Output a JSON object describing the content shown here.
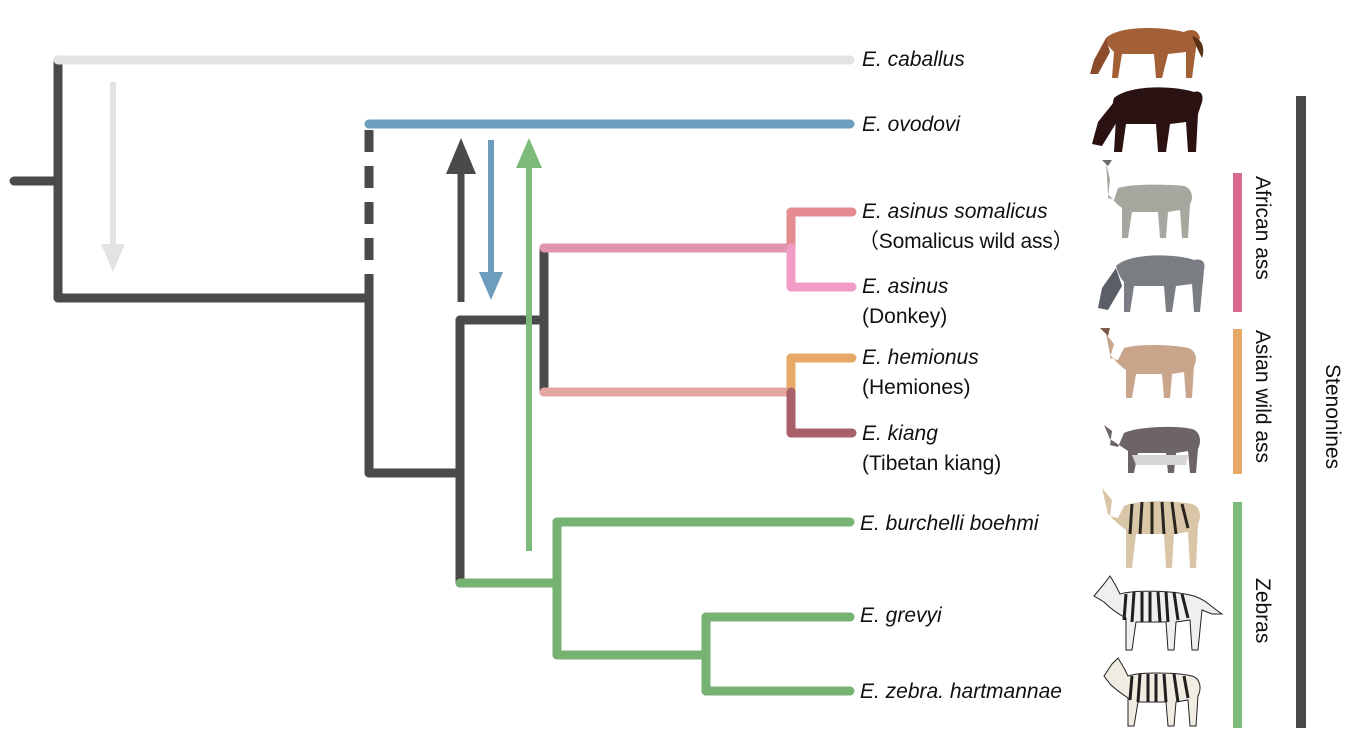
{
  "taxa": [
    {
      "scientific": "E. caballus",
      "common": ""
    },
    {
      "scientific": "E. ovodovi",
      "common": ""
    },
    {
      "scientific": "E. asinus somalicus",
      "common": "（Somalicus wild ass）"
    },
    {
      "scientific": "E. asinus",
      "common": "(Donkey)"
    },
    {
      "scientific": "E. hemionus",
      "common": "(Hemiones)"
    },
    {
      "scientific": "E. kiang",
      "common": "(Tibetan kiang)"
    },
    {
      "scientific": "E. burchelli boehmi",
      "common": ""
    },
    {
      "scientific": "E. grevyi",
      "common": ""
    },
    {
      "scientific": "E. zebra. hartmannae",
      "common": ""
    }
  ],
  "groups": {
    "african": {
      "label": "African ass",
      "color": "#d9698f"
    },
    "asian": {
      "label": "Asian wild ass",
      "color": "#e6a865"
    },
    "zebras": {
      "label": "Zebras",
      "color": "#7cbb7a"
    },
    "stenonines": {
      "label": "Stenonines",
      "color": "#4a4a4a"
    }
  },
  "branch_colors": {
    "backbone": "#4a4a4a",
    "caballus": "#e3e3e3",
    "ovodovi": "#6d9dbd",
    "asses": "#e5a6a0",
    "somalicus": "#e48c8f",
    "asinus": "#f09cc6",
    "hemionus": "#e7a965",
    "kiang": "#a8606d",
    "zebras": "#76b372"
  },
  "gene_flow": [
    {
      "from": "caballus",
      "to": "stenonines",
      "color": "#e3e3e3"
    },
    {
      "from": "ovodovi",
      "to": "non-caballine ancestor",
      "color": "#6d9dbd"
    },
    {
      "from": "non-caballine ancestor",
      "to": "ovodovi",
      "color": "#4a4a4a"
    },
    {
      "from": "zebras",
      "to": "ovodovi",
      "color": "#7cbb7a"
    }
  ],
  "animal_icons": [
    "horse-icon",
    "ovodovi-silhouette-icon",
    "somali-wild-ass-icon",
    "donkey-icon",
    "hemione-icon",
    "kiang-icon",
    "burchell-zebra-icon",
    "grevy-zebra-icon",
    "mountain-zebra-icon"
  ]
}
